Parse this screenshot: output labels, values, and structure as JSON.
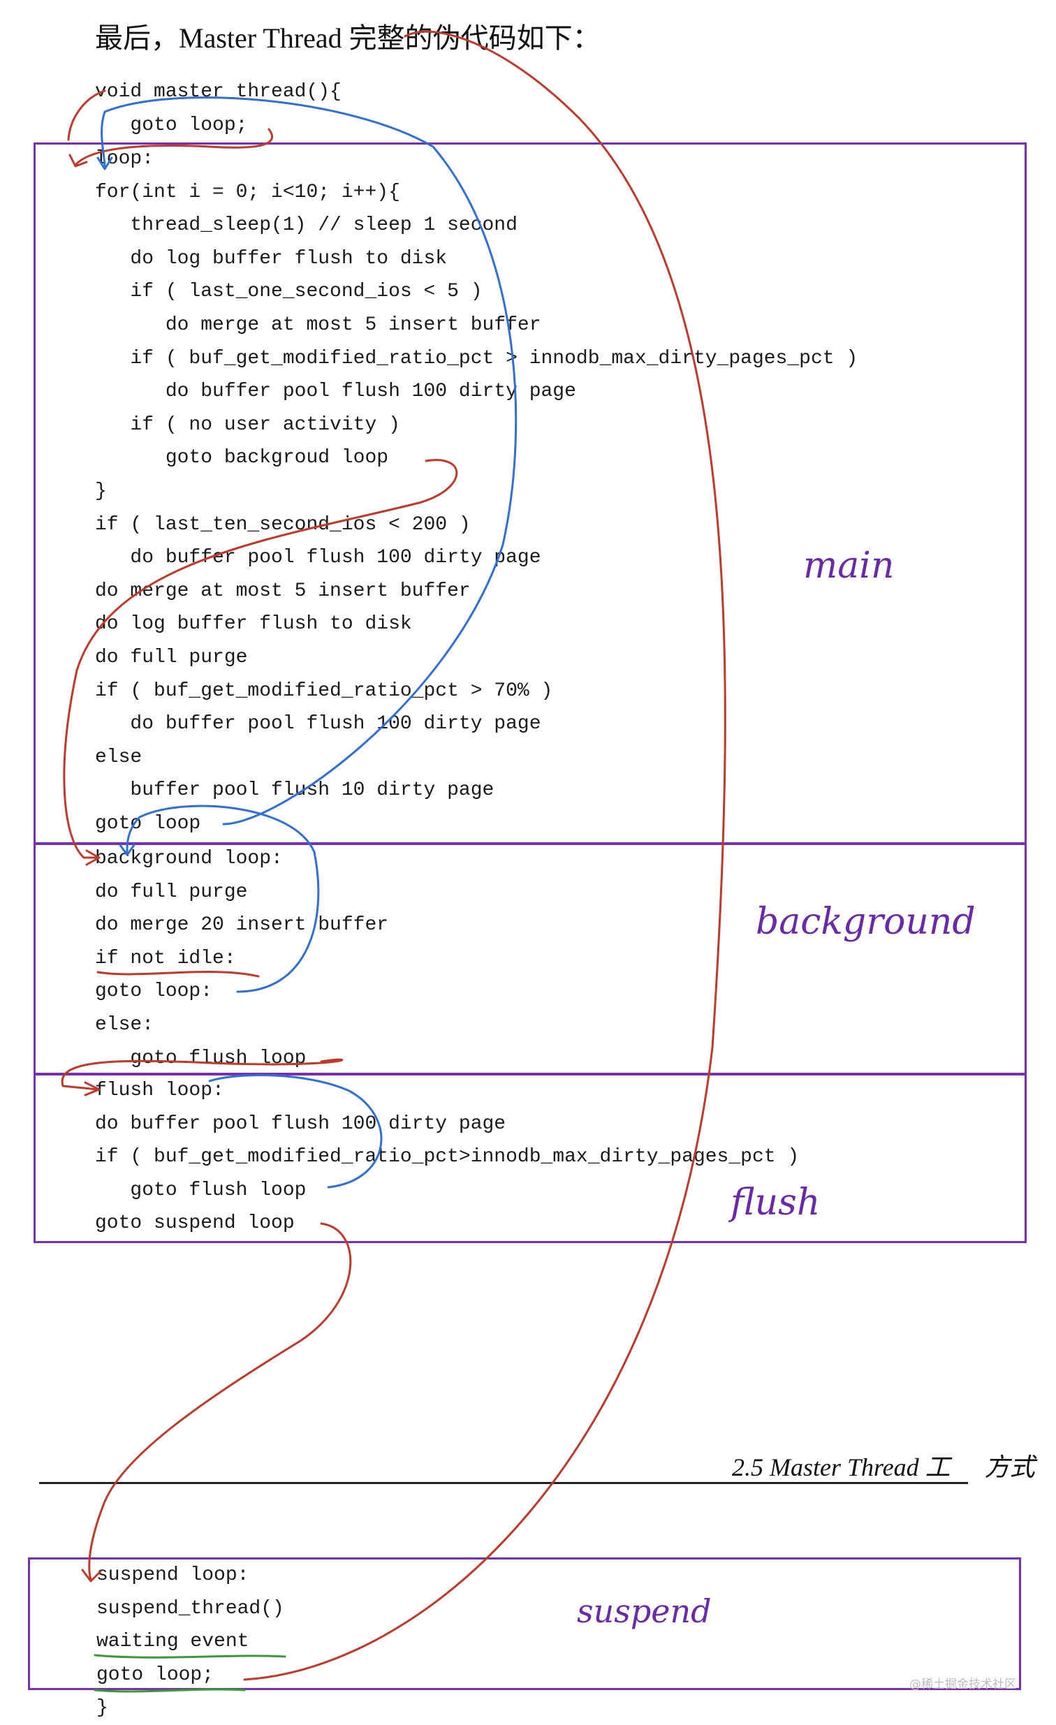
{
  "heading": "最后，Master Thread 完整的伪代码如下：",
  "code": {
    "header": [
      "void master thread(){",
      "   goto loop;"
    ],
    "main": [
      "loop:",
      "for(int i = 0; i<10; i++){",
      "   thread_sleep(1) // sleep 1 second",
      "   do log buffer flush to disk",
      "   if ( last_one_second_ios < 5 )",
      "      do merge at most 5 insert buffer",
      "   if ( buf_get_modified_ratio_pct > innodb_max_dirty_pages_pct )",
      "      do buffer pool flush 100 dirty page",
      "   if ( no user activity )",
      "      goto backgroud loop",
      "}",
      "if ( last_ten_second_ios < 200 )",
      "   do buffer pool flush 100 dirty page",
      "do merge at most 5 insert buffer",
      "do log buffer flush to disk",
      "do full purge",
      "if ( buf_get_modified_ratio_pct > 70% )",
      "   do buffer pool flush 100 dirty page",
      "else",
      "   buffer pool flush 10 dirty page",
      "goto loop"
    ],
    "background": [
      "background loop:",
      "do full purge",
      "do merge 20 insert buffer",
      "if not idle:",
      "goto loop:",
      "else:",
      "   goto flush loop"
    ],
    "flush": [
      "flush loop:",
      "do buffer pool flush 100 dirty page",
      "if ( buf_get_modified_ratio_pct>innodb_max_dirty_pages_pct )",
      "   goto flush loop",
      "goto suspend loop"
    ],
    "suspend": [
      "suspend loop:",
      "suspend_thread()",
      "waiting event",
      "goto loop;"
    ],
    "footer": [
      "}"
    ]
  },
  "labels": {
    "main": "main",
    "background": "background",
    "flush": "flush",
    "suspend": "suspend"
  },
  "page_footer": {
    "section_title": "2.5   Master Thread 工",
    "trailing": "方式"
  },
  "watermark": "@稀土掘金技术社区",
  "colors": {
    "box": "#7b2fb0",
    "red_arrow": "#c0392b",
    "blue_arrow": "#2f6fd6",
    "green_underline": "#3a9a3a",
    "label": "#6a2aa8"
  }
}
